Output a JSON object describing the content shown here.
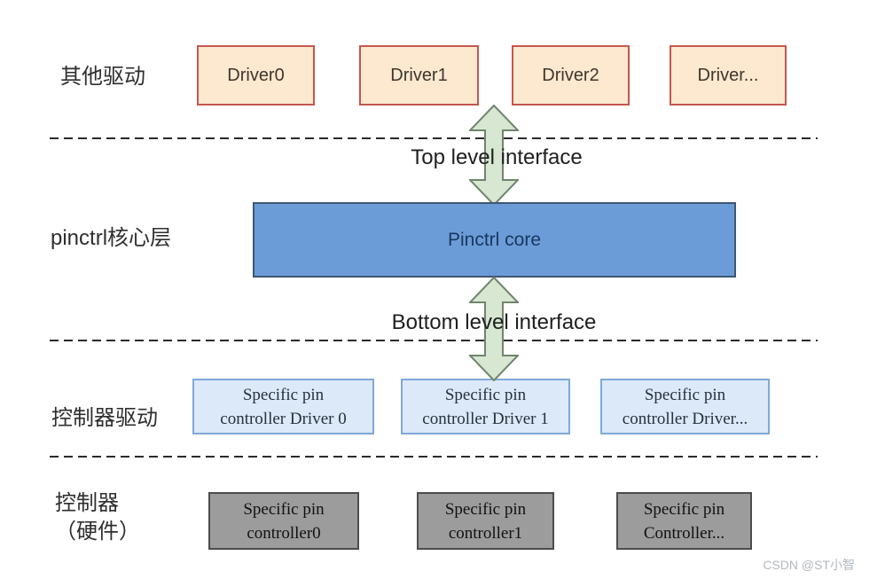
{
  "diagram": {
    "other_drivers": {
      "label": "其他驱动",
      "boxes": [
        "Driver0",
        "Driver1",
        "Driver2",
        "Driver..."
      ]
    },
    "top_interface_label": "Top level interface",
    "core_layer": {
      "label": "pinctrl核心层",
      "box_label": "Pinctrl core"
    },
    "bottom_interface_label": "Bottom level interface",
    "controller_drivers": {
      "label": "控制器驱动",
      "boxes": [
        {
          "line1": "Specific pin",
          "line2": "controller Driver 0"
        },
        {
          "line1": "Specific pin",
          "line2": "controller Driver 1"
        },
        {
          "line1": "Specific pin",
          "line2": "controller Driver..."
        }
      ]
    },
    "hw_controllers": {
      "label_line1": "控制器",
      "label_line2": "（硬件）",
      "boxes": [
        {
          "line1": "Specific pin",
          "line2": "controller0"
        },
        {
          "line1": "Specific pin",
          "line2": "controller1"
        },
        {
          "line1": "Specific pin",
          "line2": "Controller..."
        }
      ]
    },
    "watermark": "CSDN @ST小智",
    "colors": {
      "driver_box_fill": "#fde8d0",
      "driver_box_border": "#c4574f",
      "core_box_fill": "#6c9cd8",
      "core_box_border": "#3f5672",
      "core_box_text": "#17375e",
      "controller_box_fill": "#dce9f8",
      "controller_box_border": "#7fa8d9",
      "hw_box_fill": "#9c9c9c",
      "hw_box_border": "#4c4c4c",
      "arrow_fill": "#d7e7d2",
      "arrow_border": "#70856d",
      "dashed_line": "#2a2a2a"
    }
  }
}
